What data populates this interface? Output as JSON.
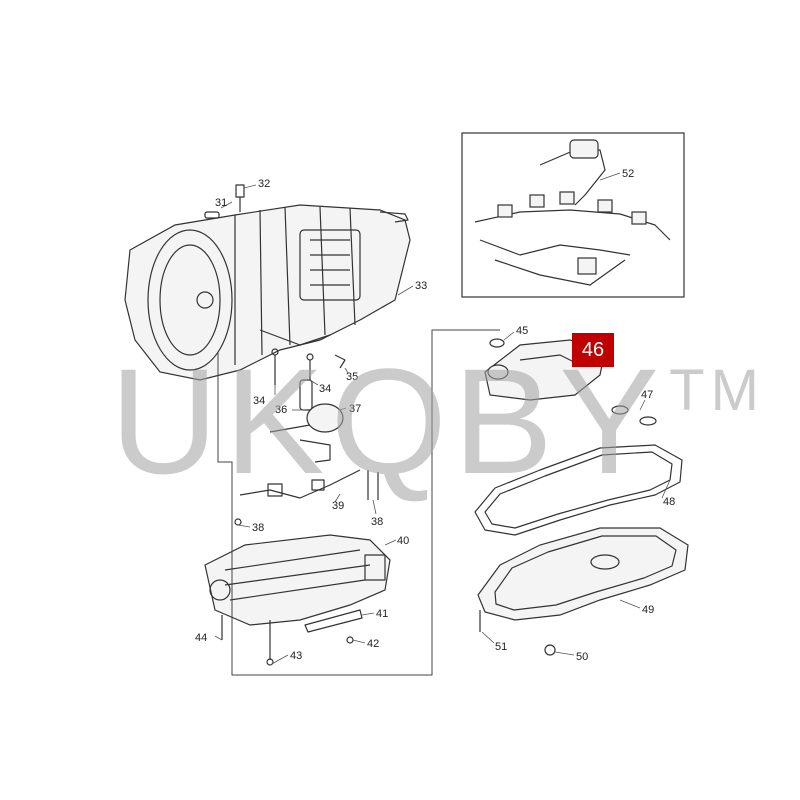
{
  "watermark": {
    "text": "UKQBY",
    "tm": "TM"
  },
  "highlight": {
    "label": "46",
    "color": "#c00000"
  },
  "callouts": {
    "c31": "31",
    "c32": "32",
    "c33": "33",
    "c34a": "34",
    "c34b": "34",
    "c35": "35",
    "c36": "36",
    "c37": "37",
    "c38a": "38",
    "c38b": "38",
    "c39": "39",
    "c40": "40",
    "c41": "41",
    "c42": "42",
    "c43": "43",
    "c44": "44",
    "c45": "45",
    "c47": "47",
    "c48": "48",
    "c49": "49",
    "c50": "50",
    "c51": "51",
    "c52": "52"
  }
}
